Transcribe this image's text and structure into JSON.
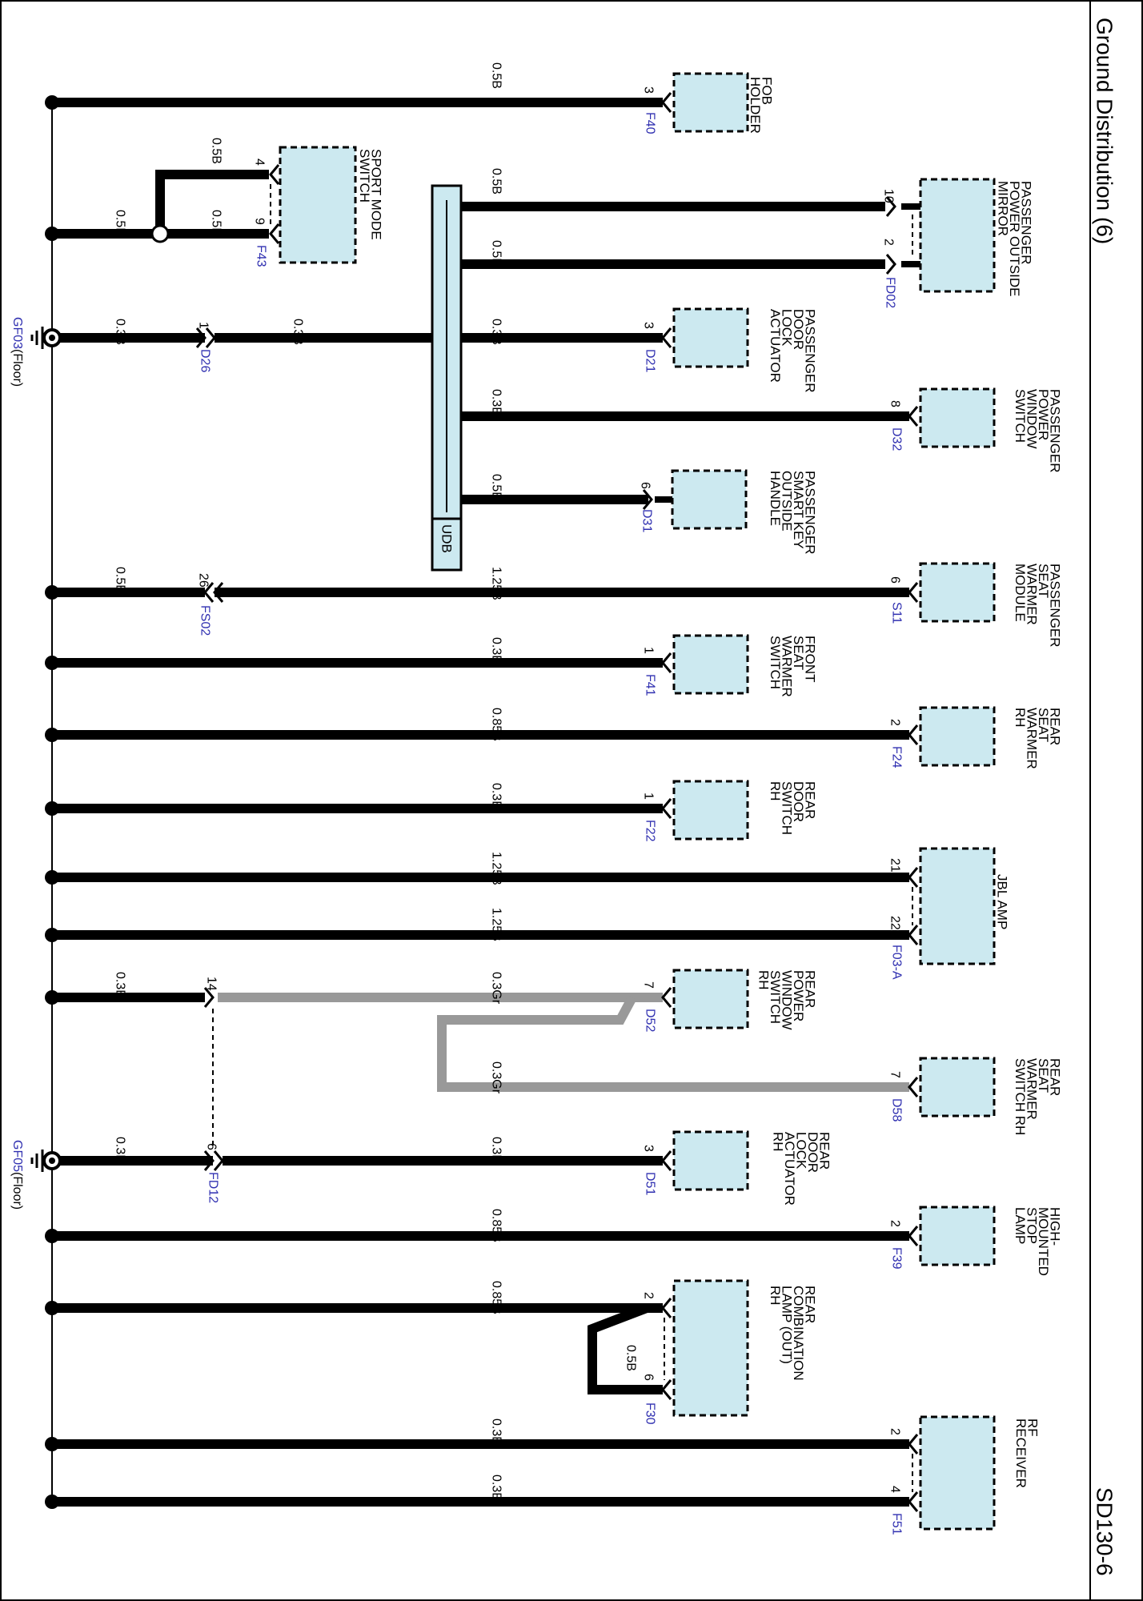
{
  "page": {
    "title": "Ground Distribution (6)",
    "code": "SD130-6"
  },
  "colors": {
    "wire_black": "#000000",
    "wire_gray": "#999999",
    "box_fill": "#cce9f0",
    "connector_label": "#2f2fb0"
  },
  "grounds": [
    {
      "label": "GF03",
      "suffix": "(Floor)"
    },
    {
      "label": "GF05",
      "suffix": "(Floor)"
    }
  ],
  "udb": {
    "label": "UDB"
  },
  "components": [
    {
      "name": "FOB HOLDER",
      "lines": [
        "FOB",
        "HOLDER"
      ]
    },
    {
      "name": "SPORT MODE SWITCH",
      "lines": [
        "SPORT MODE",
        "SWITCH"
      ]
    },
    {
      "name": "PASSENGER POWER OUTSIDE MIRROR",
      "lines": [
        "PASSENGER",
        "POWER OUTSIDE",
        "MIRROR"
      ]
    },
    {
      "name": "PASSENGER DOOR LOCK ACTUATOR",
      "lines": [
        "PASSENGER",
        "DOOR",
        "LOCK",
        "ACTUATOR"
      ]
    },
    {
      "name": "PASSENGER POWER WINDOW SWITCH",
      "lines": [
        "PASSENGER",
        "POWER",
        "WINDOW",
        "SWITCH"
      ]
    },
    {
      "name": "PASSENGER SMART KEY OUTSIDE HANDLE",
      "lines": [
        "PASSENGER",
        "SMART KEY",
        "OUTSIDE",
        "HANDLE"
      ]
    },
    {
      "name": "PASSENGER SEAT WARMER MODULE",
      "lines": [
        "PASSENGER",
        "SEAT",
        "WARMER",
        "MODULE"
      ]
    },
    {
      "name": "FRONT SEAT WARMER SWITCH",
      "lines": [
        "FRONT",
        "SEAT",
        "WARMER",
        "SWITCH"
      ]
    },
    {
      "name": "REAR SEAT WARMER RH",
      "lines": [
        "REAR",
        "SEAT",
        "WARMER",
        "RH"
      ]
    },
    {
      "name": "REAR DOOR SWITCH RH",
      "lines": [
        "REAR",
        "DOOR",
        "SWITCH",
        "RH"
      ]
    },
    {
      "name": "JBL AMP",
      "lines": [
        "JBL AMP"
      ]
    },
    {
      "name": "REAR POWER WINDOW SWITCH RH",
      "lines": [
        "REAR",
        "POWER",
        "WINDOW",
        "SWITCH",
        "RH"
      ]
    },
    {
      "name": "REAR SEAT WARMER SWITCH RH",
      "lines": [
        "REAR",
        "SEAT",
        "WARMER",
        "SWITCH RH"
      ]
    },
    {
      "name": "REAR DOOR LOCK ACTUATOR RH",
      "lines": [
        "REAR",
        "DOOR",
        "LOCK",
        "ACTUATOR",
        "RH"
      ]
    },
    {
      "name": "HIGH-MOUNTED STOP LAMP",
      "lines": [
        "HIGH-",
        "MOUNTED",
        "STOP",
        "LAMP"
      ]
    },
    {
      "name": "REAR COMBINATION LAMP (OUT) RH",
      "lines": [
        "REAR",
        "COMBINATION",
        "LAMP (OUT)",
        "RH"
      ]
    },
    {
      "name": "RF RECEIVER",
      "lines": [
        "RF",
        "RECEIVER"
      ]
    }
  ],
  "connectors": [
    "F40",
    "F43",
    "D26",
    "FD02",
    "D21",
    "D32",
    "D31",
    "S11",
    "FS02",
    "F41",
    "F24",
    "F22",
    "F03-A",
    "D52",
    "D58",
    "FD12",
    "D51",
    "F39",
    "F30",
    "F51"
  ],
  "pins": [
    "3",
    "4",
    "9",
    "1",
    "10",
    "2",
    "3",
    "8",
    "6",
    "6",
    "26",
    "1",
    "2",
    "1",
    "21",
    "22",
    "14",
    "7",
    "7",
    "6",
    "3",
    "2",
    "2",
    "6",
    "2",
    "4"
  ],
  "wire_labels": [
    "0.5B",
    "0.5B",
    "0.5B",
    "0.5B",
    "0.3B",
    "0.3B",
    "0.5B",
    "0.5B",
    "0.3B",
    "0.3B",
    "0.5B",
    "0.5B",
    "1.25B",
    "0.3B",
    "0.85B",
    "0.3B",
    "1.25B",
    "1.25B",
    "0.3B",
    "0.3Gr",
    "0.3Gr",
    "0.3B",
    "0.3B",
    "0.85B",
    "0.85B",
    "0.5B",
    "0.3B",
    "0.3B"
  ]
}
